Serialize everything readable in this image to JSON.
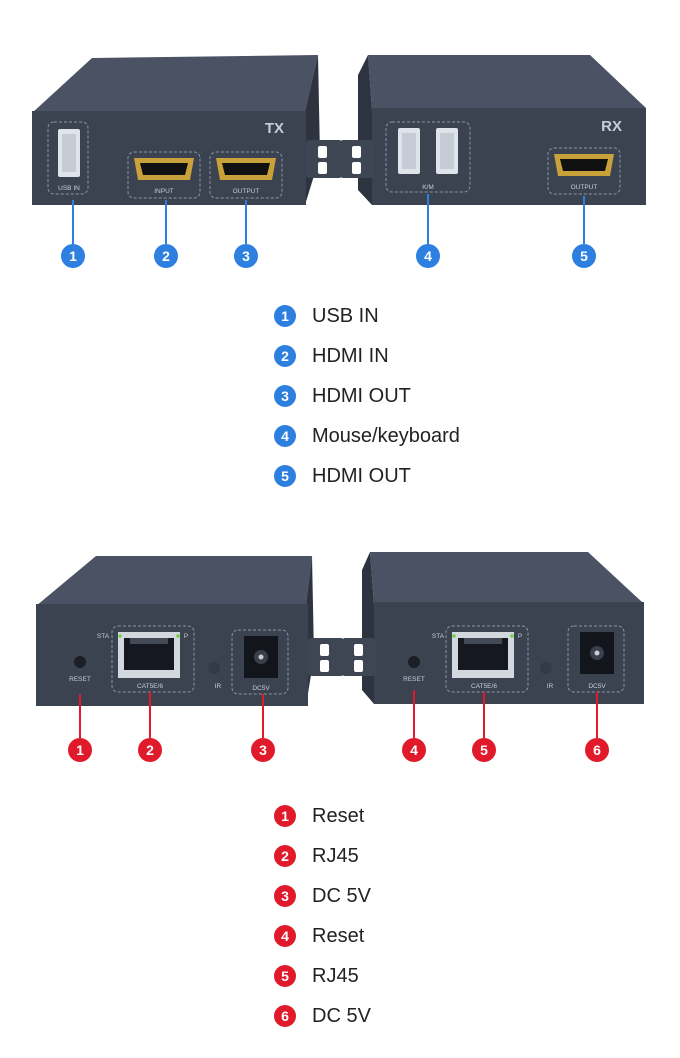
{
  "colors": {
    "blue": "#2d7fe0",
    "red": "#e01a2a",
    "device": "#3b4250",
    "device_top": "#4a5263",
    "panel": "#343b48"
  },
  "top_figure": {
    "tx_mark": "TX",
    "rx_mark": "RX",
    "port_labels": {
      "usb_in": "USB IN",
      "input": "INPUT",
      "output": "OUTPUT",
      "km": "K/M",
      "rx_output": "OUTPUT"
    },
    "callouts": [
      "1",
      "2",
      "3",
      "4",
      "5"
    ]
  },
  "top_legend": [
    {
      "num": "1",
      "label": "USB IN"
    },
    {
      "num": "2",
      "label": "HDMI IN"
    },
    {
      "num": "3",
      "label": "HDMI OUT"
    },
    {
      "num": "4",
      "label": "Mouse/keyboard"
    },
    {
      "num": "5",
      "label": "HDMI OUT"
    }
  ],
  "bottom_figure": {
    "port_labels": {
      "reset": "RESET",
      "sta": "STA",
      "p": "P",
      "cat": "CAT5E/6",
      "ir": "IR",
      "dc": "DC5V"
    },
    "callouts": [
      "1",
      "2",
      "3",
      "4",
      "5",
      "6"
    ]
  },
  "bottom_legend": [
    {
      "num": "1",
      "label": "Reset"
    },
    {
      "num": "2",
      "label": "RJ45"
    },
    {
      "num": "3",
      "label": "DC 5V"
    },
    {
      "num": "4",
      "label": "Reset"
    },
    {
      "num": "5",
      "label": "RJ45"
    },
    {
      "num": "6",
      "label": "DC 5V"
    }
  ]
}
